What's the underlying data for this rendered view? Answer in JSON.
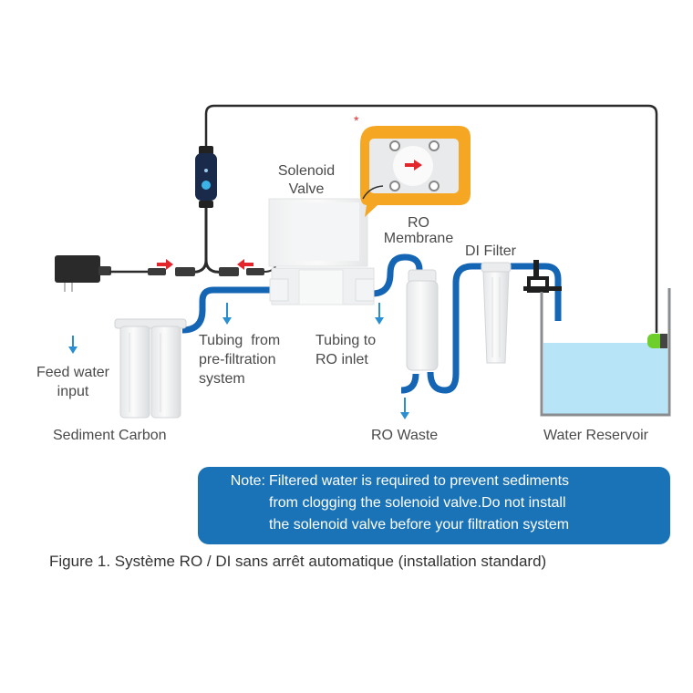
{
  "figure": {
    "caption": "Figure 1. Système RO / DI sans arrêt automatique (installation standard)",
    "colors": {
      "tubing": "#1565b5",
      "arrow": "#2a8fd1",
      "flow_arrow": "#e3262b",
      "callout": "#f5a623",
      "water": "#b7e4f7",
      "note_bg": "#1a73b6",
      "sensor": "#6fcf2a",
      "cable": "#2b2b2b"
    },
    "components": {
      "solenoid_valve": [
        "Solenoid",
        "Valve"
      ],
      "ro_membrane": [
        "RO",
        "Membrane"
      ],
      "di_filter": "DI Filter",
      "feed_water": [
        "Feed water",
        "input"
      ],
      "pre_filters": "Sediment Carbon",
      "tubing_from": [
        "Tubing  from",
        "pre-filtration",
        "system"
      ],
      "tubing_to": [
        "Tubing to",
        "RO inlet"
      ],
      "ro_waste": "RO Waste",
      "reservoir": "Water Reservoir"
    },
    "callout_marker": "*",
    "note": {
      "prefix": "Note:",
      "lines": [
        "Filtered water is required to prevent sediments",
        "from clogging the solenoid valve.Do not install",
        "the solenoid valve before your filtration system"
      ]
    }
  }
}
